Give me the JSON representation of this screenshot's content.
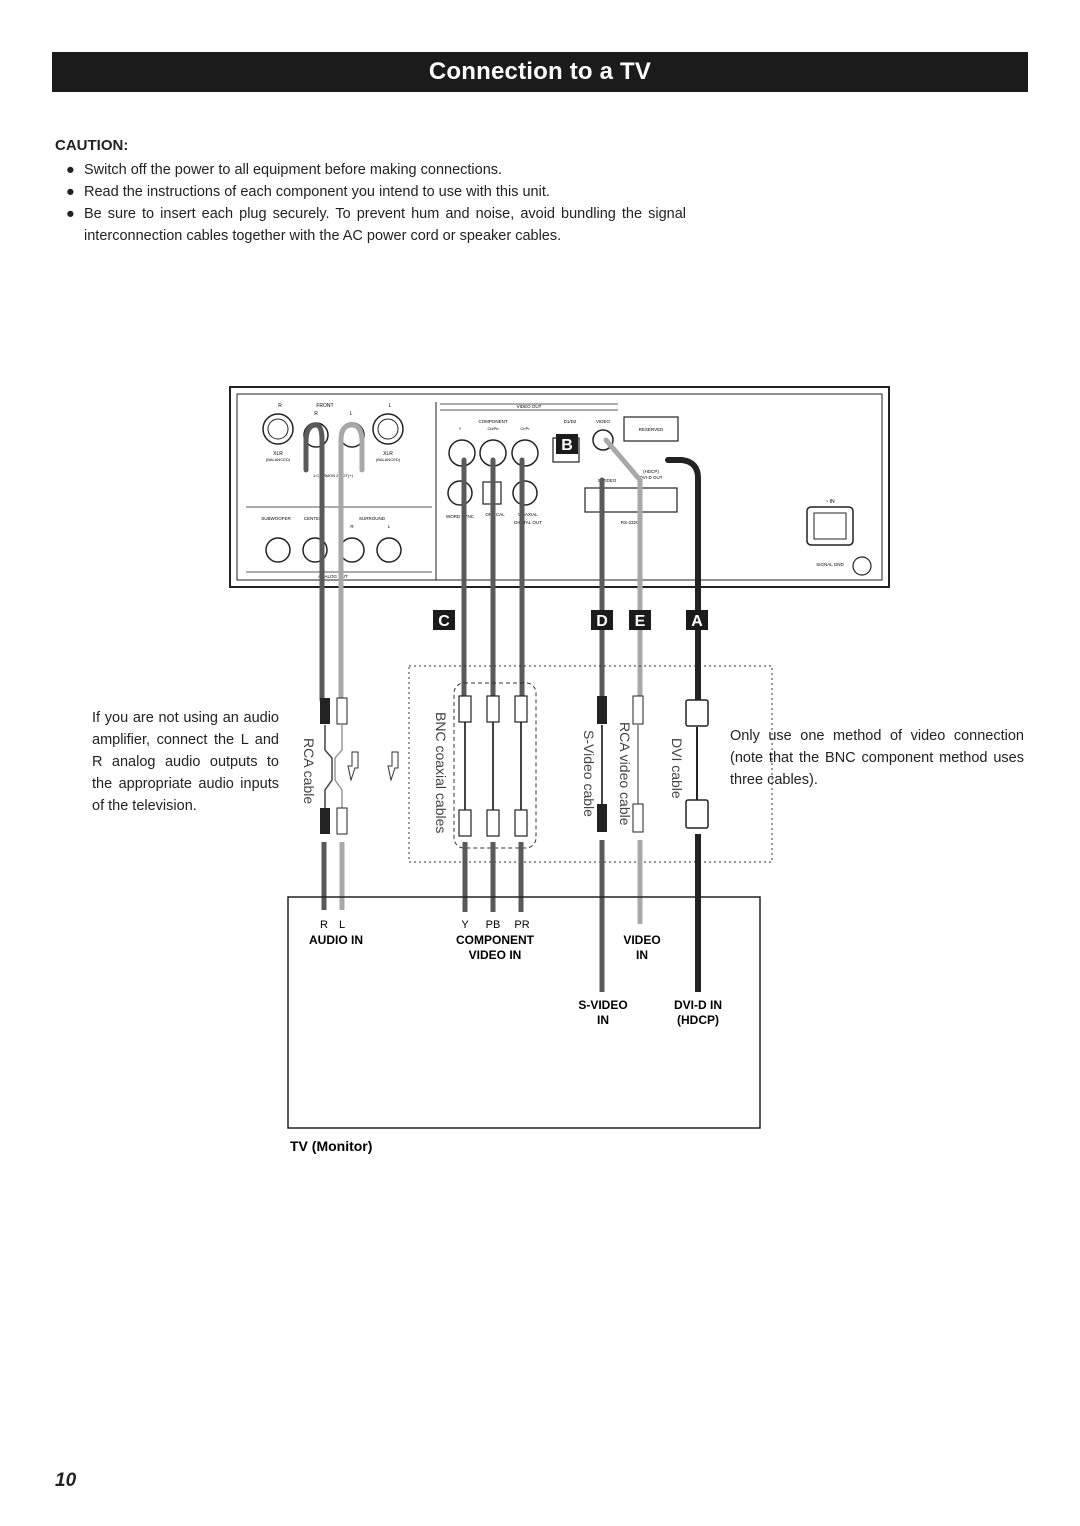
{
  "title": "Connection to a TV",
  "caution": {
    "heading": "CAUTION:",
    "bullet_symbol": "●",
    "items": [
      "Switch off the power to all equipment before making connections.",
      "Read the instructions of each component you intend to use with this unit.",
      "Be sure to insert each plug securely. To prevent hum and noise, avoid bundling the signal interconnection cables together with the AC power cord or speaker cables."
    ]
  },
  "notes": {
    "left": "If you are not using an audio amplifier, connect the L and R analog audio outputs to the appropriate audio inputs of the television.",
    "right": "Only use one method of video connection (note that the BNC component method uses three cables)."
  },
  "panel": {
    "front": "FRONT",
    "r": "R",
    "l": "L",
    "xlr": "XLR",
    "balanced": "(BALANCED)",
    "pin_note": "1:COMMON 2:HOT(+)",
    "subwoofer": "SUBWOOFER",
    "center": "CENTER",
    "surround": "SURROUND",
    "analog_out": "ANALOG OUT",
    "video_out": "VIDEO OUT",
    "component": "COMPONENT",
    "y": "Y",
    "cb": "Cb/Pb",
    "cr": "Cr/Pr",
    "d1d2": "D1/D2",
    "video": "VIDEO",
    "reserved": "RESERVED",
    "s_video": "S-VIDEO",
    "hdcp": "(HDCP)",
    "dvi_d_out": "DVI-D OUT",
    "word_sync": "WORD SYNC",
    "optical": "OPTICAL",
    "coaxial": "COAXIAL",
    "digital_out": "DIGITAL OUT",
    "rs232c": "RS-232C",
    "ac_in": "~ IN",
    "signal_gnd": "SIGNAL GND"
  },
  "callouts": {
    "a": "A",
    "b": "B",
    "c": "C",
    "d": "D",
    "e": "E"
  },
  "cables": {
    "rca": "RCA cable",
    "bnc": "BNC coaxial cables",
    "svideo": "S-Video cable",
    "rca_video": "RCA video cable",
    "dvi": "DVI cable"
  },
  "tv": {
    "label": "TV (Monitor)",
    "r": "R",
    "l": "L",
    "y": "Y",
    "pb": "PB",
    "pr": "PR",
    "audio_in": "AUDIO IN",
    "component": "COMPONENT",
    "video_in": "VIDEO IN",
    "video": "VIDEO",
    "in": "IN",
    "s_video": "S-VIDEO",
    "s_video_in": "IN",
    "dvi_d_in": "DVI-D IN",
    "hdcp": "(HDCP)"
  },
  "page_number": "10",
  "colors": {
    "title_bar": "#1b1b1b",
    "dark_cable": "#555555",
    "light_cable": "#a8a8a8",
    "black_cable": "#222222"
  }
}
